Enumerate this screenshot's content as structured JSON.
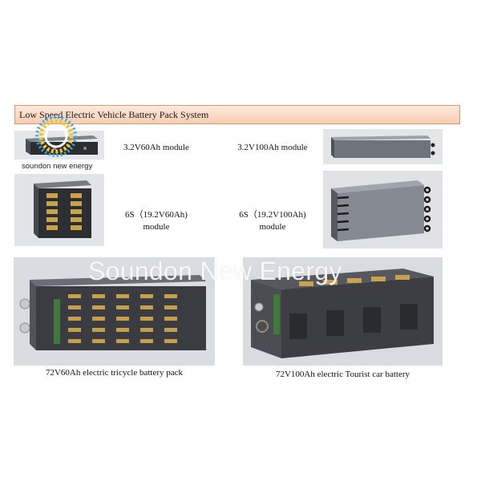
{
  "header": {
    "title": "Low Speed Electric Vehicle Battery Pack System"
  },
  "modules": [
    {
      "label": "3.2V60Ah module"
    },
    {
      "label": "3.2V100Ah module"
    },
    {
      "label_line1": "6S（19.2V60Ah)",
      "label_line2": "module"
    },
    {
      "label_line1": "6S（19.2V100Ah)",
      "label_line2": "module"
    }
  ],
  "packs": [
    {
      "label": "72V60Ah electric tricycle battery pack"
    },
    {
      "label": "72V100Ah electric Tourist car battery"
    }
  ],
  "logo": {
    "text": "soundon new energy"
  },
  "watermark": {
    "text": "Soundon New Energy"
  }
}
